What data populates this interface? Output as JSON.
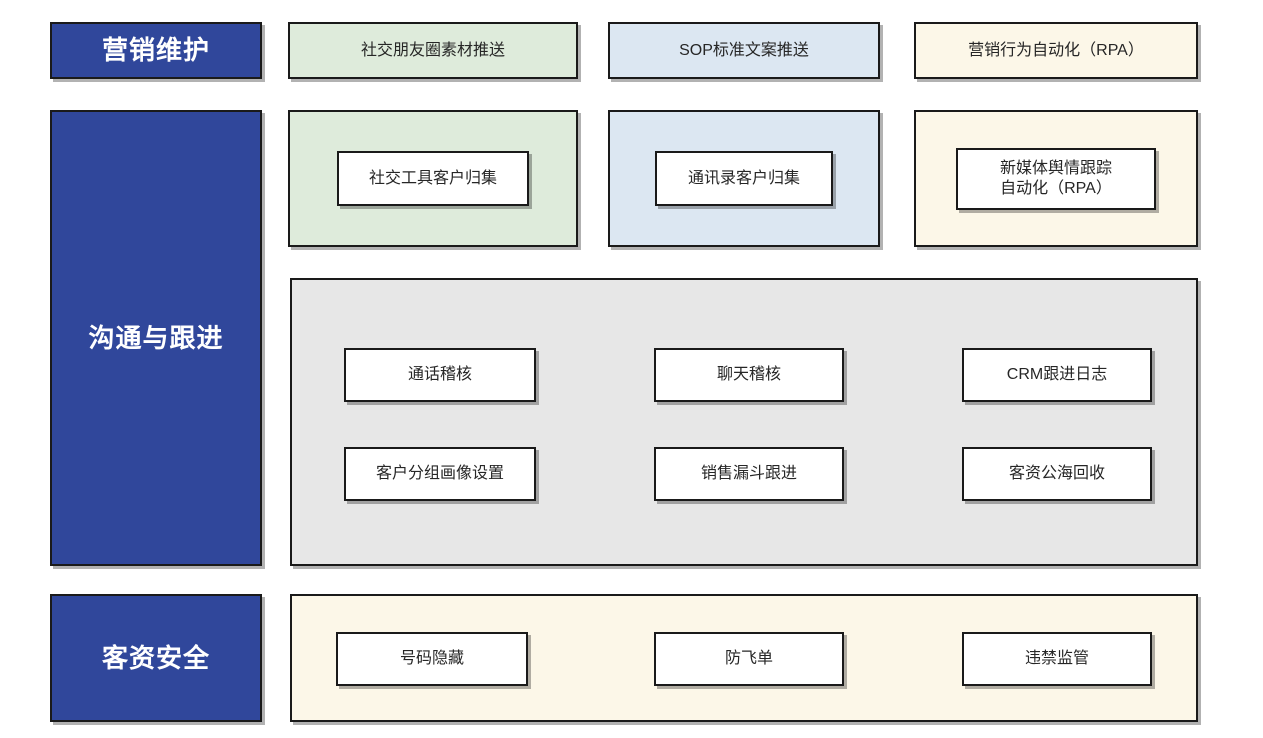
{
  "diagram": {
    "title_colors": {
      "category_fill": "#30479B",
      "category_text": "#FFFFFF",
      "green_fill": "#DEEBDB",
      "blue_fill": "#DCE7F2",
      "cream_fill": "#FCF7E8",
      "gray_fill": "#E7E7E7",
      "border": "#1A1A1A",
      "box_fill": "#FFFFFF"
    },
    "categories": [
      {
        "label": "营销维护"
      },
      {
        "label": "沟通与跟进"
      },
      {
        "label": "客资安全"
      }
    ],
    "row_marketing": {
      "strips": [
        {
          "label": "社交朋友圈素材推送",
          "tone": "green"
        },
        {
          "label": "SOP标准文案推送",
          "tone": "blue"
        },
        {
          "label": "营销行为自动化（RPA）",
          "tone": "cream"
        }
      ]
    },
    "row_collection": {
      "panels": [
        {
          "tone": "green",
          "box": "社交工具客户归集"
        },
        {
          "tone": "blue",
          "box": "通讯录客户归集"
        },
        {
          "tone": "cream",
          "box": "新媒体舆情跟踪\n自动化（RPA）"
        }
      ]
    },
    "panel_followup": {
      "tone": "gray",
      "boxes": [
        "通话稽核",
        "聊天稽核",
        "CRM跟进日志",
        "客户分组画像设置",
        "销售漏斗跟进",
        "客资公海回收"
      ]
    },
    "panel_security": {
      "tone": "cream",
      "boxes": [
        "号码隐藏",
        "防飞单",
        "违禁监管"
      ]
    }
  }
}
